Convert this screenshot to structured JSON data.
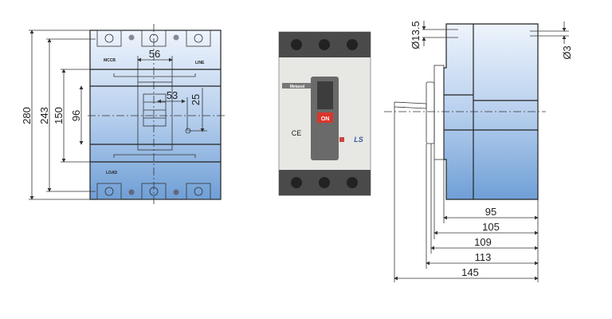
{
  "front_view": {
    "labels": {
      "top": "MCCB",
      "line": "LINE",
      "load": "LOAD"
    },
    "dimensions": {
      "height_total": "280",
      "height_mount": "243",
      "height_cover": "150",
      "height_window": "96",
      "width_window": "56",
      "handle_offset": "53",
      "handle_vertical": "25"
    }
  },
  "photo": {
    "brand": "Metasol",
    "button": "ON",
    "logo": "LS",
    "mark": "CE"
  },
  "side_view": {
    "dimensions": {
      "d1": "95",
      "d2": "105",
      "d3": "109",
      "d4": "113",
      "d5": "145",
      "hole_large": "Ø13.5",
      "hole_small": "Ø3"
    }
  },
  "colors": {
    "body_top": "#e4eefa",
    "body_bottom": "#6f9fd6",
    "on_red": "#d9362b"
  }
}
